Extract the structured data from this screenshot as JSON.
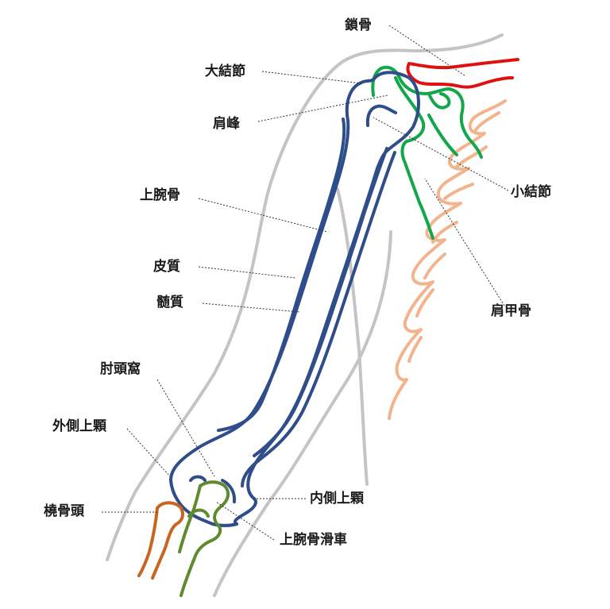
{
  "labels": {
    "clavicle": "鎖骨",
    "greater_tubercle": "大結節",
    "acromion": "肩峰",
    "lesser_tubercle": "小結節",
    "humerus": "上腕骨",
    "cortex": "皮質",
    "medulla": "髄質",
    "scapula": "肩甲骨",
    "olecranon_fossa": "肘頭窩",
    "lateral_epicondyle": "外側上顆",
    "medial_epicondyle": "内側上顆",
    "radial_head": "橈骨頭",
    "trochlea": "上腕骨滑車"
  },
  "colors": {
    "skin_outline": "#c4c4c4",
    "humerus": "#2e4d8a",
    "clavicle": "#e01010",
    "scapula": "#f2b48c",
    "acromion_green": "#12a74a",
    "ulna": "#5f8a2f",
    "radius": "#c8651f",
    "leader_line": "#333333"
  }
}
